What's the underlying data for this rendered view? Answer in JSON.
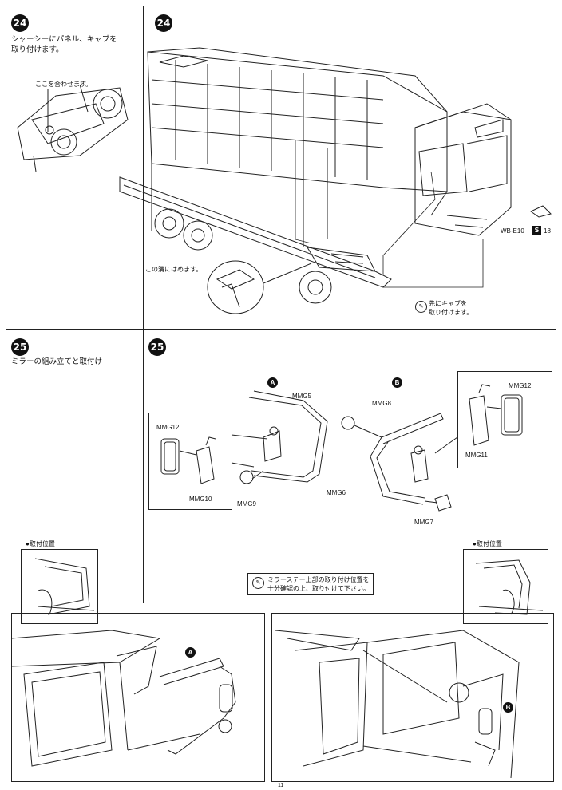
{
  "steps": {
    "s24_left": {
      "number": "24",
      "caption_line1": "シャーシーにパネル、キャブを",
      "caption_line2": "取り付けます。"
    },
    "s24_right": {
      "number": "24"
    },
    "s25_left": {
      "number": "25",
      "caption": "ミラーの組み立てと取付け"
    },
    "s25_right": {
      "number": "25"
    }
  },
  "labels": {
    "align_here": "ここを合わせます。",
    "groove": "この溝にはめます。",
    "cab_first_line1": "先にキャブを",
    "cab_first_line2": "取り付けます。",
    "wb_e10": "WB-E10",
    "s18_badge": "S",
    "s18_num": "18",
    "mirror_note_line1": "ミラーステー上部の取り付け位置を",
    "mirror_note_line2": "十分確認の上、取り付けて下さい。",
    "mount_pos_left": "●取付位置",
    "mount_pos_right": "●取付位置"
  },
  "parts": {
    "A": "A",
    "B": "B",
    "MMG5": "MMG5",
    "MMG12_left": "MMG12",
    "MMG10": "MMG10",
    "MMG9": "MMG9",
    "MMG8": "MMG8",
    "MMG6": "MMG6",
    "MMG7": "MMG7",
    "MMG12_right": "MMG12",
    "MMG11": "MMG11",
    "A_bottom": "A",
    "B_bottom": "B"
  },
  "footer": {
    "page_number": "11"
  }
}
